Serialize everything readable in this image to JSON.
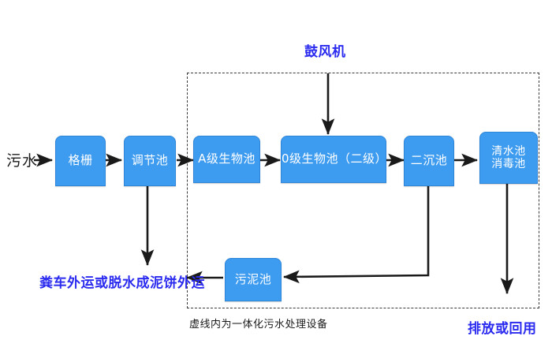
{
  "diagram": {
    "title_label": "鼓风机",
    "inlet_label": "污水",
    "caption": "虚线内为一体化污水处理设备",
    "colors": {
      "node_fill": "#3d9bf0",
      "node_stroke": "#2f86d8",
      "node_text": "#ffffff",
      "accent_blue_text": "#2b2bf0",
      "edge": "#1a1a1a",
      "dashed_border": "#3a3a3a",
      "background": "#ffffff"
    },
    "nodes": [
      {
        "id": "grid",
        "label": "格栅"
      },
      {
        "id": "regulate",
        "label": "调节池"
      },
      {
        "id": "a-stage",
        "label": "A级生物池"
      },
      {
        "id": "o-stage",
        "label": "0级生物池（二级）"
      },
      {
        "id": "secondary",
        "label": "二沉池"
      },
      {
        "id": "clearwater",
        "label_line1": "清水池",
        "label_line2": "消毒池"
      },
      {
        "id": "sludge",
        "label": "污泥池"
      }
    ],
    "outputs": [
      {
        "id": "sludge-out",
        "label": "粪车外运或脱水成泥饼外运"
      },
      {
        "id": "water-out",
        "label": "排放或回用"
      }
    ]
  }
}
